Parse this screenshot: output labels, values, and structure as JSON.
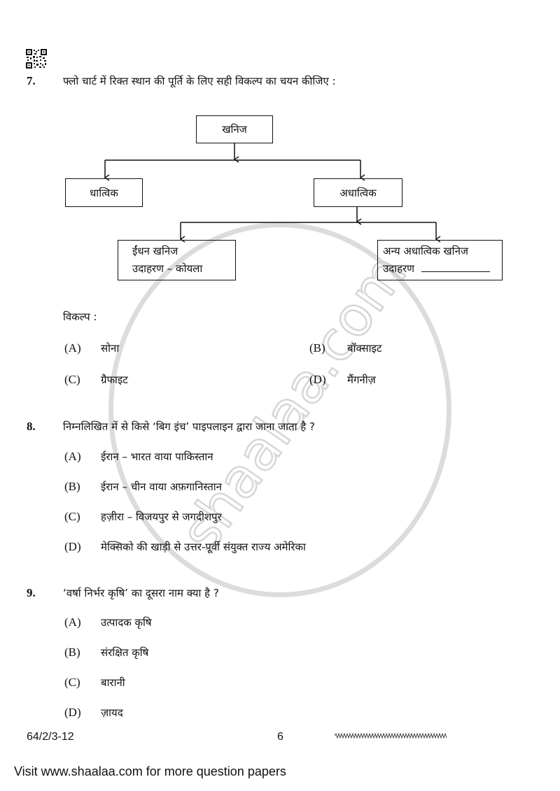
{
  "page": {
    "footer": {
      "paper_code": "64/2/3-12",
      "page_number": "6",
      "wavy_mark": "wavy-line",
      "visit_note": "Visit www.shaalaa.com for more question papers"
    },
    "watermark": {
      "text": "shaalaa.com",
      "color": "#d6d6d6"
    },
    "qr_icon": "qr-code-icon"
  },
  "questions": [
    {
      "number": "7.",
      "text": "फ्लो चार्ट में रिक्त स्थान की पूर्ति के लिए सही विकल्प का चयन कीजिए :",
      "flowchart": {
        "root": "खनिज",
        "left": "धात्विक",
        "right": "अधात्विक",
        "right_children": [
          {
            "line1": "ईंधन  खनिज",
            "line2": "उदाहरण – कोयला"
          },
          {
            "line1": "अन्य अधात्विक खनिज",
            "line2": "उदाहरण"
          }
        ]
      },
      "options_heading": "विकल्प :",
      "options": [
        {
          "label": "(A)",
          "text": "सोना"
        },
        {
          "label": "(B)",
          "text": "बॉक्साइट"
        },
        {
          "label": "(C)",
          "text": "ग्रैफाइट"
        },
        {
          "label": "(D)",
          "text": "मैंगनीज़"
        }
      ]
    },
    {
      "number": "8.",
      "text": "निम्नलिखित में से किसे ‘बिग इंच’ पाइपलाइन द्वारा जाना जाता है ?",
      "options": [
        {
          "label": "(A)",
          "text": "ईरान – भारत वाया पाकिस्तान"
        },
        {
          "label": "(B)",
          "text": "ईरान – चीन वाया अफ़गानिस्तान"
        },
        {
          "label": "(C)",
          "text": "हज़ीरा – विजयपुर से जगदीशपुर"
        },
        {
          "label": "(D)",
          "text": "मेक्सिको की खाड़ी से उत्तर-पूर्वी संयुक्त राज्य अमेरिका"
        }
      ]
    },
    {
      "number": "9.",
      "text": "‘वर्षा निर्भर कृषि’ का दूसरा नाम क्या है ?",
      "options": [
        {
          "label": "(A)",
          "text": "उत्पादक कृषि"
        },
        {
          "label": "(B)",
          "text": "संरक्षित कृषि"
        },
        {
          "label": "(C)",
          "text": "बारानी"
        },
        {
          "label": "(D)",
          "text": "ज़ायद"
        }
      ]
    }
  ]
}
